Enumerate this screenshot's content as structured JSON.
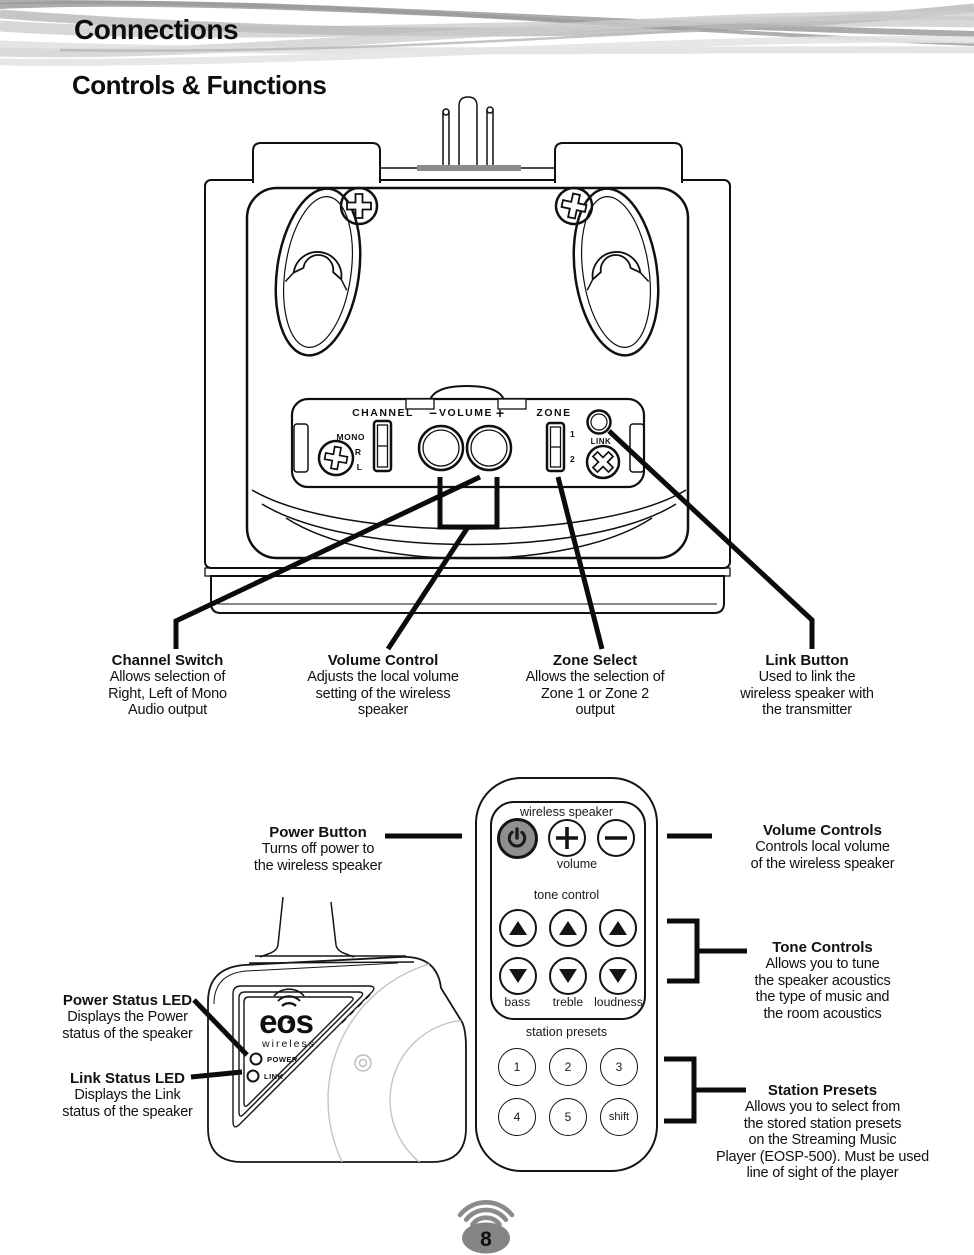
{
  "page": {
    "title": "Connections",
    "subtitle": "Controls & Functions"
  },
  "rear_panel": {
    "channel": "CHANNEL",
    "minus": "–",
    "volume": "VOLUME",
    "plus": "+",
    "zone": "ZONE",
    "link": "LINK",
    "mono": "MONO",
    "r": "R",
    "l": "L",
    "zone1": "1",
    "zone2": "2"
  },
  "rear_callouts": [
    {
      "title": "Channel Switch",
      "body": "Allows selection of\nRight, Left of Mono\nAudio output"
    },
    {
      "title": "Volume Control",
      "body": "Adjusts the local volume\nsetting of the wireless\nspeaker"
    },
    {
      "title": "Zone Select",
      "body": "Allows the selection of\nZone 1 or Zone 2\noutput"
    },
    {
      "title": "Link Button",
      "body": "Used to link the\nwireless speaker with\nthe transmitter"
    }
  ],
  "remote": {
    "header": "wireless speaker",
    "volume_label": "volume",
    "tone_label": "tone control",
    "tone_labels": [
      "bass",
      "treble",
      "loudness"
    ],
    "presets_label": "station presets",
    "presets": [
      "1",
      "2",
      "3",
      "4",
      "5",
      "shift"
    ]
  },
  "remote_callouts": {
    "power_button": {
      "title": "Power Button",
      "body": "Turns off power to\nthe wireless speaker"
    },
    "volume_controls": {
      "title": "Volume Controls",
      "body": "Controls local volume\nof the wireless speaker"
    },
    "tone_controls": {
      "title": "Tone Controls",
      "body": "Allows you to tune\nthe speaker acoustics\nthe type of music and\nthe room acoustics"
    },
    "station_presets": {
      "title": "Station Presets",
      "body": "Allows you to select from\nthe stored station presets\non the Streaming Music\nPlayer (EOSP-500). Must be used\nline of sight of the player"
    },
    "power_status_led": {
      "title": "Power Status LED",
      "body": "Displays the Power\nstatus of the speaker"
    },
    "link_status_led": {
      "title": "Link Status LED",
      "body": "Displays the Link\nstatus of the speaker"
    }
  },
  "front_panel": {
    "logo": "eos",
    "logo_sub": "wireless",
    "power_label": "POWER",
    "link_label": "LINK"
  },
  "footer": {
    "page_number": "8"
  },
  "colors": {
    "line": "#101010",
    "gray_fill": "#8f8f8f",
    "faint_line": "#c4c4c4"
  }
}
